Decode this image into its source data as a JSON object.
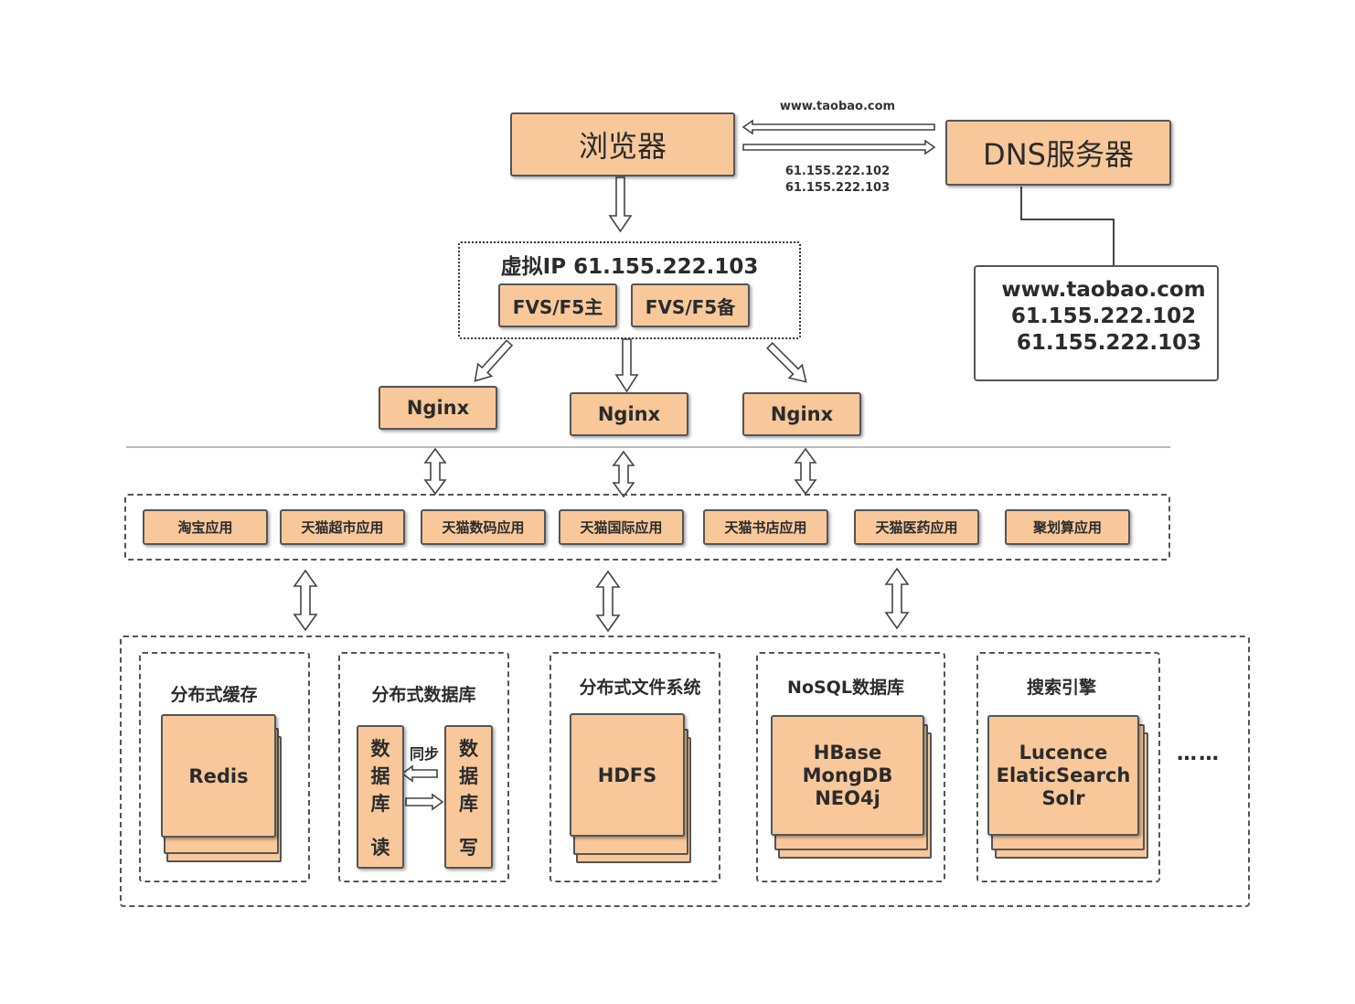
{
  "browser": "浏览器",
  "dns": {
    "server": "DNS服务器",
    "request": "www.taobao.com",
    "response_ips": [
      "61.155.222.102",
      "61.155.222.103"
    ],
    "record": {
      "host": "www.taobao.com",
      "ips": [
        "61.155.222.102",
        "61.155.222.103"
      ]
    }
  },
  "vip": {
    "title": "虚拟IP 61.155.222.103",
    "primary": "FVS/F5主",
    "backup": "FVS/F5备"
  },
  "nginx": [
    "Nginx",
    "Nginx",
    "Nginx"
  ],
  "apps": [
    "淘宝应用",
    "天猫超市应用",
    "天猫数码应用",
    "天猫国际应用",
    "天猫书店应用",
    "天猫医药应用",
    "聚划算应用"
  ],
  "storage": {
    "cache": {
      "title": "分布式缓存",
      "item": "Redis"
    },
    "db": {
      "title": "分布式数据库",
      "read": [
        "数",
        "据",
        "库",
        "读"
      ],
      "write": [
        "数",
        "据",
        "库",
        "写"
      ],
      "sync": "同步"
    },
    "fs": {
      "title": "分布式文件系统",
      "item": "HDFS"
    },
    "nosql": {
      "title": "NoSQL数据库",
      "items": [
        "HBase",
        "MongDB",
        "NEO4j"
      ]
    },
    "search": {
      "title": "搜索引擎",
      "items": [
        "Lucence",
        "ElaticSearch",
        "Solr"
      ]
    },
    "more": "……"
  }
}
